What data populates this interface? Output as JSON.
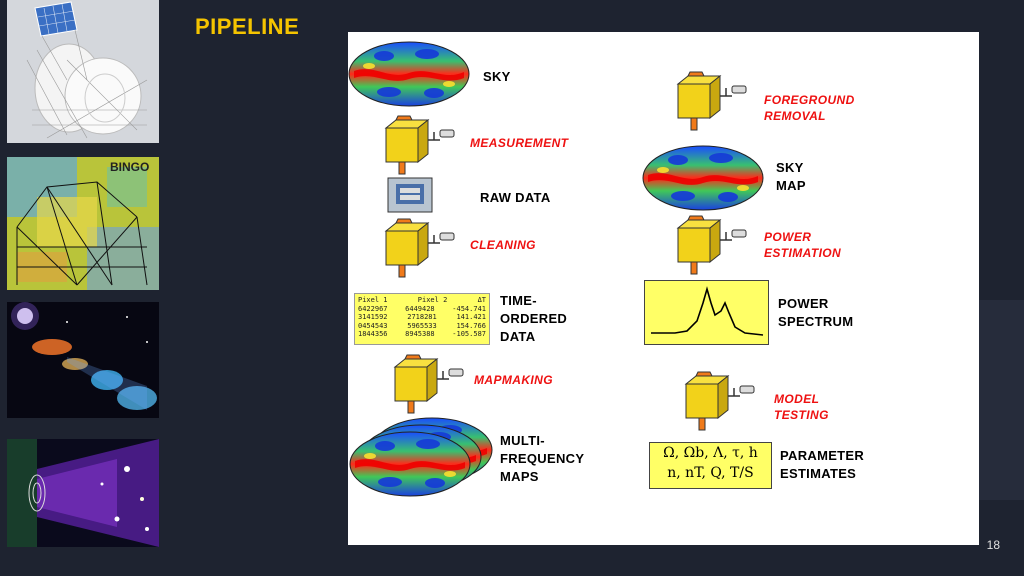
{
  "slide": {
    "title": "PIPELINE",
    "page_number": "18",
    "thumbnail_2_label": "BINGO"
  },
  "diagram": {
    "left_column": [
      {
        "key": "sky",
        "label": "SKY"
      },
      {
        "key": "measurement",
        "label": "MEASUREMENT",
        "operation": true
      },
      {
        "key": "raw_data",
        "label": "RAW DATA"
      },
      {
        "key": "cleaning",
        "label": "CLEANING",
        "operation": true
      },
      {
        "key": "tod",
        "label_lines": [
          "TIME-",
          "ORDERED",
          "DATA"
        ]
      },
      {
        "key": "mapmaking",
        "label": "MAPMAKING",
        "operation": true
      },
      {
        "key": "maps",
        "label_lines": [
          "MULTI-",
          "FREQUENCY",
          "MAPS"
        ]
      }
    ],
    "right_column": [
      {
        "key": "foreground",
        "label_lines": [
          "FOREGROUND",
          "REMOVAL"
        ],
        "operation": true
      },
      {
        "key": "sky_map",
        "label_lines": [
          "SKY",
          "MAP"
        ]
      },
      {
        "key": "power_estimation",
        "label_lines": [
          "POWER",
          "ESTIMATION"
        ],
        "operation": true
      },
      {
        "key": "power_spectrum",
        "label_lines": [
          "POWER",
          "SPECTRUM"
        ]
      },
      {
        "key": "model_testing",
        "label_lines": [
          "MODEL",
          "TESTING"
        ],
        "operation": true
      },
      {
        "key": "parameters",
        "label_lines": [
          "PARAMETER",
          "ESTIMATES"
        ]
      }
    ],
    "tod_table": {
      "headers": [
        "Pixel 1",
        "Pixel 2",
        "ΔT"
      ],
      "rows": [
        [
          "6422967",
          "6449428",
          "-454.741"
        ],
        [
          "3141592",
          "2718281",
          "141.421"
        ],
        [
          "0454543",
          "5965533",
          "154.766"
        ],
        [
          "1844356",
          "8945388",
          "-105.587"
        ]
      ]
    },
    "parameter_lines": [
      "Ω, Ωb, Λ, τ, h",
      "n, nT, Q, T/S"
    ]
  },
  "colors": {
    "background": "#1e2330",
    "title": "#f5c400",
    "operation_text": "#ee1111",
    "box_yellow": "#ffff66",
    "machine_yellow": "#f2d21a"
  }
}
